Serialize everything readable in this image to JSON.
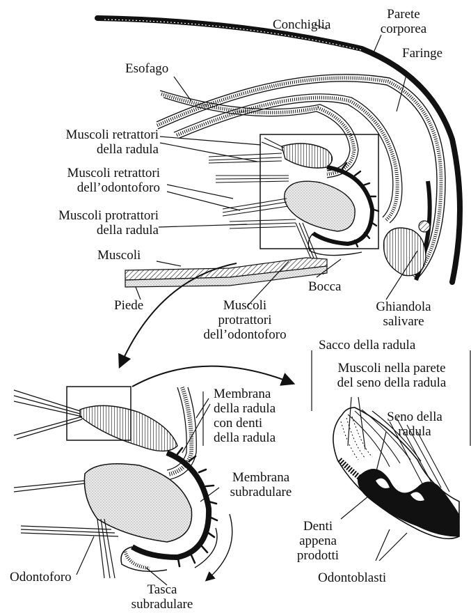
{
  "labels": {
    "conchiglia": "Conchiglia",
    "parete_corporea": [
      "Parete",
      "corporea"
    ],
    "faringe": "Faringe",
    "esofago": "Esofago",
    "muscoli_retrattori_radula": [
      "Muscoli retrattori",
      "della radula"
    ],
    "muscoli_retrattori_odontoforo": [
      "Muscoli retrattori",
      "dell’odontoforo"
    ],
    "muscoli_protrattori_radula": [
      "Muscoli protrattori",
      "della radula"
    ],
    "muscoli": "Muscoli",
    "piede": "Piede",
    "muscoli_protrattori_odontoforo": [
      "Muscoli",
      "protrattori",
      "dell’odontoforo"
    ],
    "bocca": "Bocca",
    "ghiandola_salivare": [
      "Ghiandola",
      "salivare"
    ],
    "sacco_della_radula": "Sacco della radula",
    "muscoli_parete_seno": [
      "Muscoli nella parete",
      "del seno della radula"
    ],
    "seno_della_radula": [
      "Seno della",
      "radula"
    ],
    "membrana_radula": [
      "Membrana",
      "della radula",
      "con denti",
      "della radula"
    ],
    "membrana_subradulare": [
      "Membrana",
      "subradulare"
    ],
    "denti_appena_prodotti": [
      "Denti",
      "appena",
      "prodotti"
    ],
    "odontoblasti": "Odontoblasti",
    "odontoforo": "Odontoforo",
    "tasca_subradulare": [
      "Tasca",
      "subradulare"
    ]
  }
}
